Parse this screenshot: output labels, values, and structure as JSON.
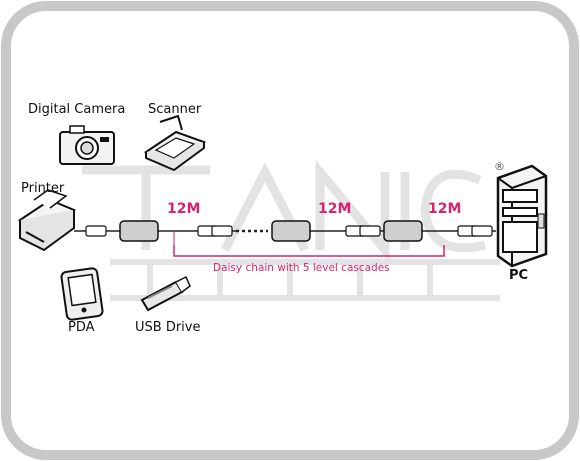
{
  "devices": {
    "digital_camera": "Digital Camera",
    "scanner": "Scanner",
    "printer": "Printer",
    "pda": "PDA",
    "usb_drive": "USB Drive",
    "pc": "PC"
  },
  "speeds": [
    "12M",
    "12M",
    "12M"
  ],
  "caption": "Daisy chain with 5 level cascades",
  "colors": {
    "accent": "#d6246e",
    "frame": "#c8c8c8",
    "line": "#222222"
  }
}
